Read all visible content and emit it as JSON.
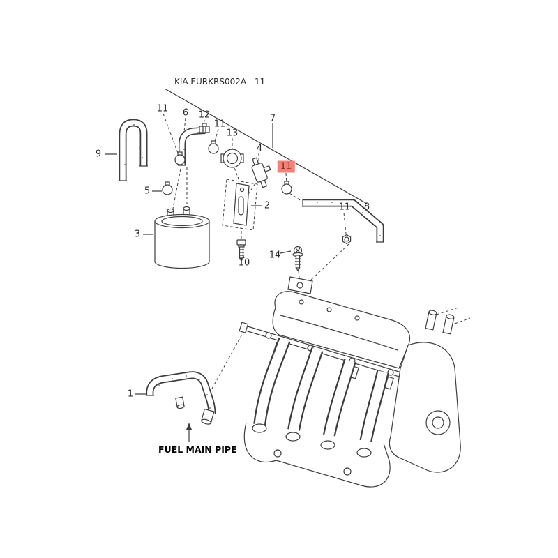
{
  "diagram": {
    "title": "KIA EURKRS002A - 11",
    "footer_label": "FUEL MAIN PIPE",
    "colors": {
      "line": "#3d3d3d",
      "text": "#2b2b2b",
      "highlight_bg": "#f0837a",
      "highlight_text": "#8c1510"
    },
    "callouts": [
      {
        "label": "9",
        "highlighted": false
      },
      {
        "label": "11",
        "highlighted": false
      },
      {
        "label": "6",
        "highlighted": false
      },
      {
        "label": "12",
        "highlighted": false
      },
      {
        "label": "11",
        "highlighted": false
      },
      {
        "label": "13",
        "highlighted": false
      },
      {
        "label": "7",
        "highlighted": false
      },
      {
        "label": "4",
        "highlighted": false
      },
      {
        "label": "11",
        "highlighted": true
      },
      {
        "label": "5",
        "highlighted": false
      },
      {
        "label": "2",
        "highlighted": false
      },
      {
        "label": "3",
        "highlighted": false
      },
      {
        "label": "11",
        "highlighted": false
      },
      {
        "label": "8",
        "highlighted": false
      },
      {
        "label": "10",
        "highlighted": false
      },
      {
        "label": "14",
        "highlighted": false
      },
      {
        "label": "1",
        "highlighted": false
      }
    ]
  }
}
